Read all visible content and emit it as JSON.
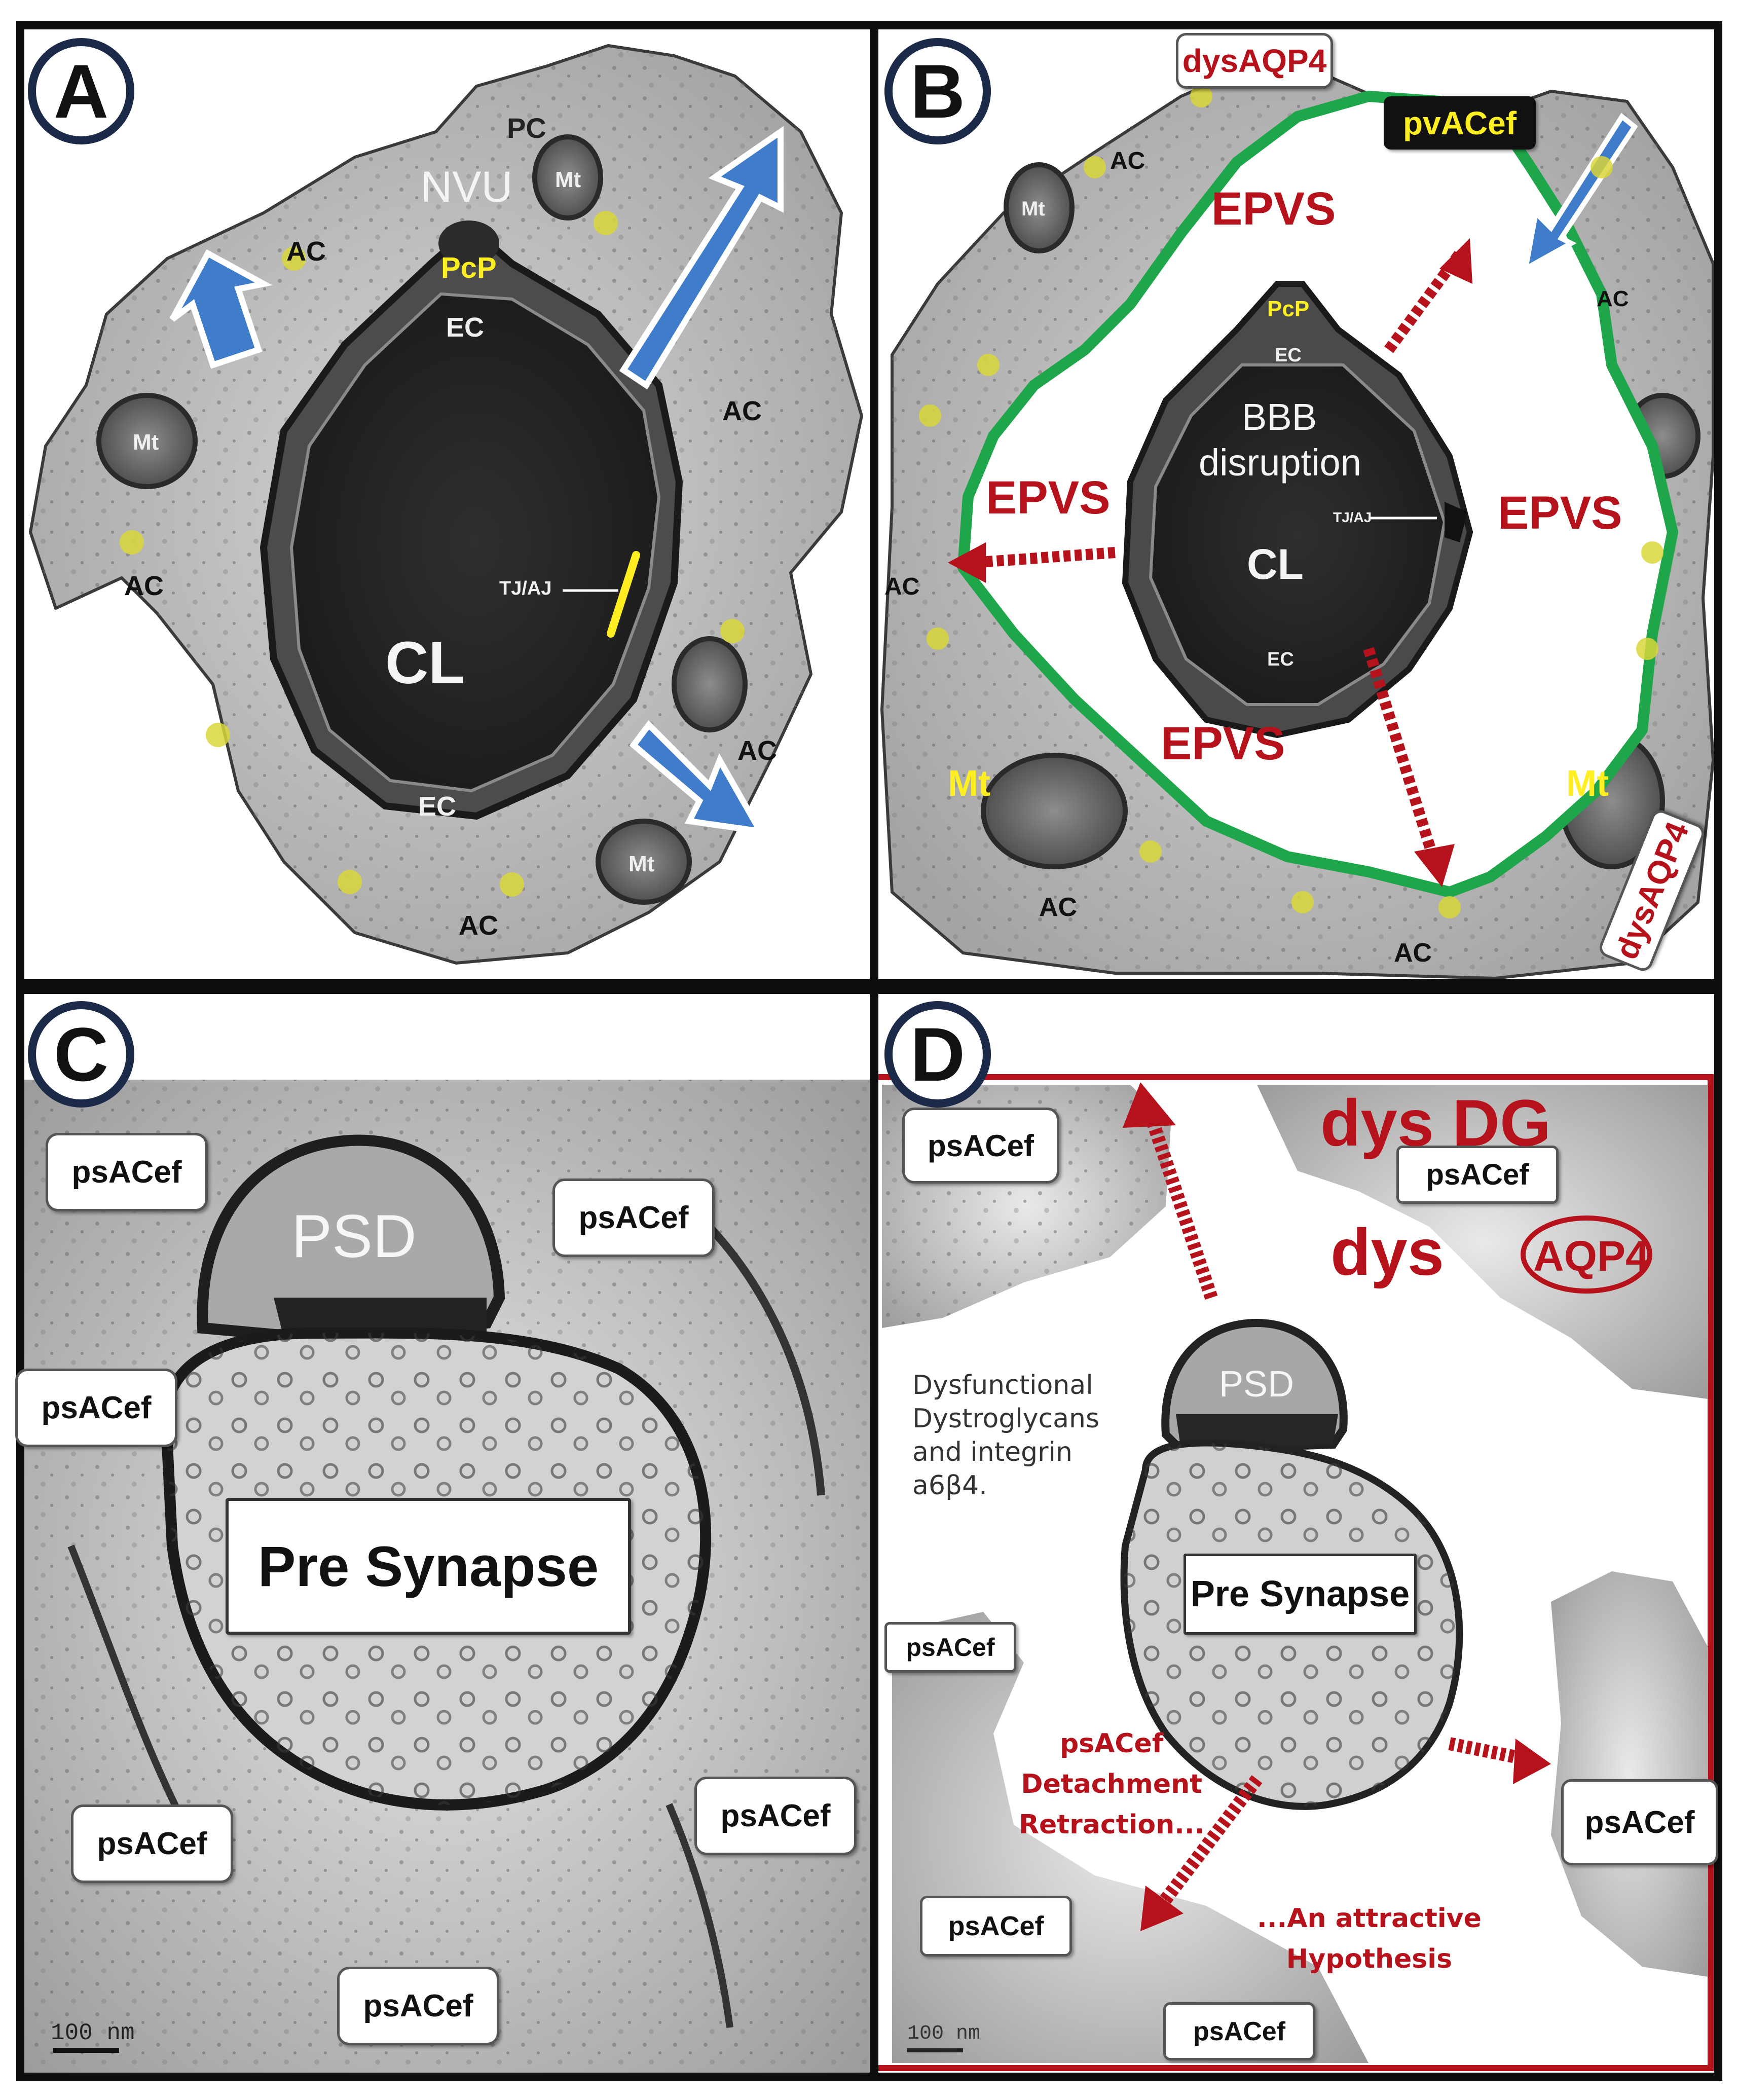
{
  "panels": {
    "a": {
      "letter": "A",
      "labels": {
        "nvu": "NVU",
        "pc": "PC",
        "pcp": "PcP",
        "ec_top": "EC",
        "ec_bottom": "EC",
        "cl": "CL",
        "tjaj": "TJ/AJ",
        "ac_1": "AC",
        "ac_2": "AC",
        "ac_3": "AC",
        "ac_4": "AC",
        "ac_5": "AC",
        "mt_1": "Mt",
        "mt_2": "Mt",
        "mt_3": "Mt"
      }
    },
    "b": {
      "letter": "B",
      "labels": {
        "dysaqp4_top": "dysAQP4",
        "pvacef": "pvACef",
        "epvs_top": "EPVS",
        "epvs_left": "EPVS",
        "epvs_right": "EPVS",
        "epvs_bottom": "EPVS",
        "bbb": "BBB",
        "disruption": "disruption",
        "cl": "CL",
        "pcp": "PcP",
        "ec_top": "EC",
        "ec_bottom": "EC",
        "tjaj": "TJ/AJ",
        "ac_1": "AC",
        "ac_2": "AC",
        "ac_3": "AC",
        "ac_4": "AC",
        "ac_5": "AC",
        "mt_1": "Mt",
        "mt_2": "Mt",
        "mt_3": "Mt",
        "dysaqp4_right": "dysAQP4"
      }
    },
    "c": {
      "letter": "C",
      "labels": {
        "psd": "PSD",
        "pre_synapse": "Pre Synapse",
        "psacef_1": "psACef",
        "psacef_2": "psACef",
        "psacef_3": "psACef",
        "psacef_4": "psACef",
        "psacef_5": "psACef",
        "psacef_6": "psACef",
        "scale": "100 nm"
      }
    },
    "d": {
      "letter": "D",
      "labels": {
        "psacef_1": "psACef",
        "psacef_2": "psACef",
        "psacef_3": "psACef",
        "psacef_4": "psACef",
        "psacef_5": "psACef",
        "psacef_6": "psACef",
        "dys_dg": "dys DG",
        "dys": "dys",
        "aqp4": "AQP4",
        "psd": "PSD",
        "pre_synapse": "Pre Synapse",
        "dysfunctional_note": "Dysfunctional\nDystroglycans\nand integrin\na6β4.",
        "detachment_note": "psACef\nDetachment\nRetraction...",
        "hypothesis_note": "...An attractive\nHypothesis",
        "scale": "100 nm"
      }
    }
  },
  "colors": {
    "frame": "#0d0d0d",
    "label_ring": "#1c2a4a",
    "blue_arrow": "#3f7cc9",
    "epvs_red": "#b5121b",
    "boundary_green": "#1fa54a",
    "annotation_yellow": "#ffee22",
    "pvacef_box": "#111111"
  }
}
